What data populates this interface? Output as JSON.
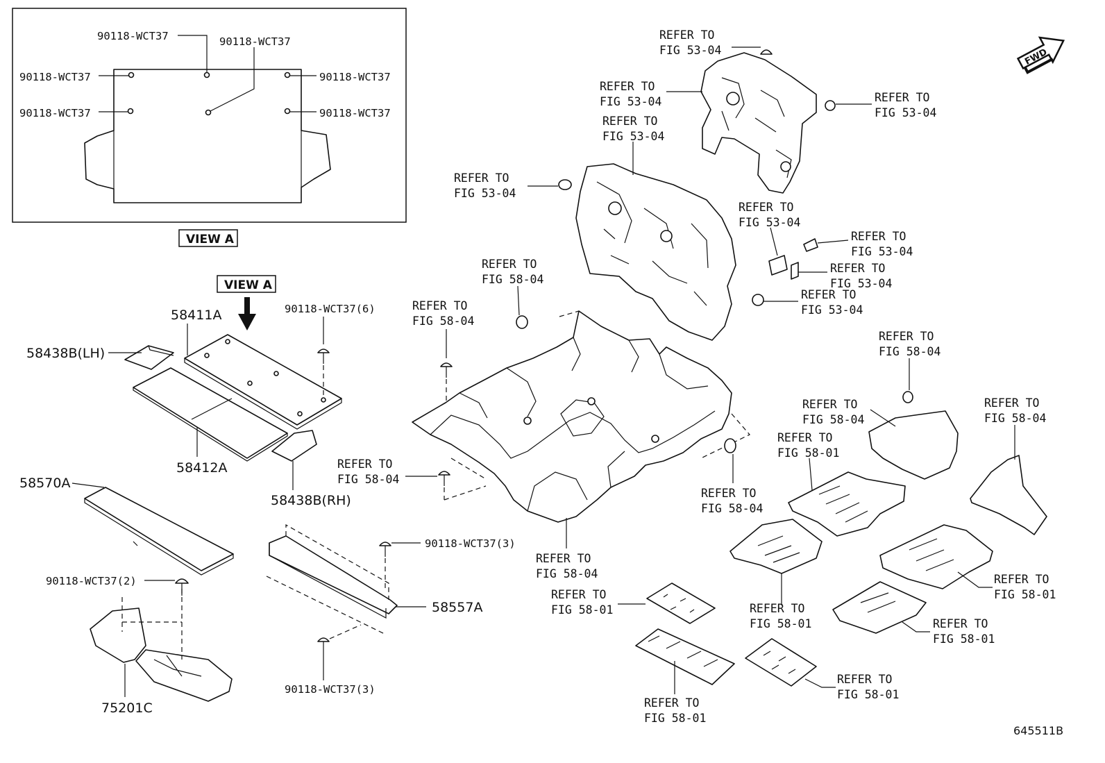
{
  "diagram_id": "645511B",
  "inset": {
    "caption": "VIEW A",
    "labels": [
      "90118-WCT37",
      "90118-WCT37",
      "90118-WCT37",
      "90118-WCT37",
      "90118-WCT37",
      "90118-WCT37"
    ]
  },
  "view_a_pointer": "VIEW A",
  "fwd_label": "FWD",
  "parts": {
    "p58411A": "58411A",
    "p58438B_LH": "58438B(LH)",
    "p58412A": "58412A",
    "p58438B_RH": "58438B(RH)",
    "p58570A": "58570A",
    "p58557A": "58557A",
    "p75201C": "75201C",
    "clip6": "90118-WCT37(6)",
    "clip3a": "90118-WCT37(3)",
    "clip3b": "90118-WCT37(3)",
    "clip2": "90118-WCT37(2)"
  },
  "refs": {
    "refer_to": "REFER TO",
    "fig_53_04": "FIG 53-04",
    "fig_58_04": "FIG 58-04",
    "fig_58_01": "FIG 58-01"
  }
}
